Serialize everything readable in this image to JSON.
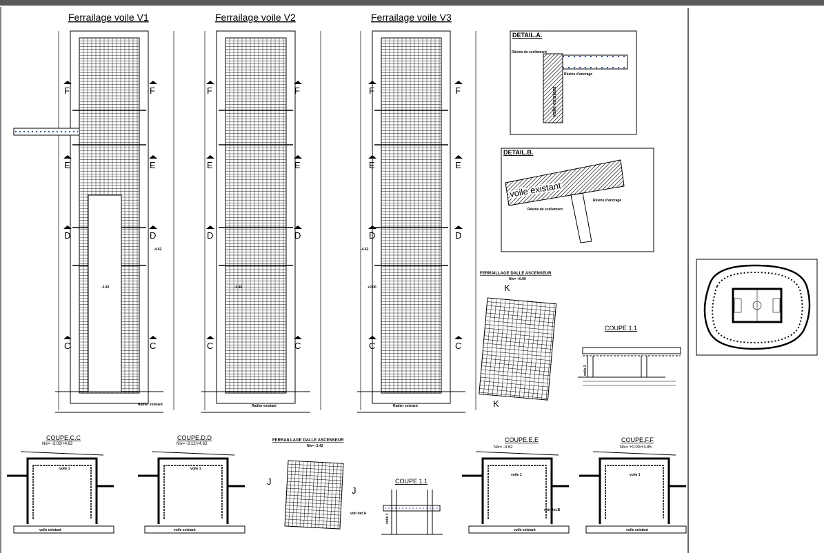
{
  "walls": [
    {
      "title": "Ferrailage voile V1",
      "base_label": "Radier existant"
    },
    {
      "title": "Ferrailage voile V2",
      "base_label": "Radier existant"
    },
    {
      "title": "Ferrailage voile V3",
      "base_label": "Radier existant"
    }
  ],
  "section_markers": [
    "F",
    "E",
    "D",
    "C"
  ],
  "levels": {
    "l1": "-3.42",
    "l2": "-3.42",
    "l3": "+0.00",
    "l4": "-4.62",
    "l5": "-4.62"
  },
  "detail_a": {
    "title": "DETAIL.A.",
    "wall_label": "voile existant",
    "resin_label": "Résine de scellement",
    "note": "Résine d'ancrage"
  },
  "detail_b": {
    "title": "DETAIL.B.",
    "wall_label": "voile existant",
    "resin_label": "Résine de scellement",
    "note": "Résine d'ancrage"
  },
  "dalle_top": {
    "title": "FERRAILLAGE DALLE ASCENSEUR",
    "level": "Niv= +0.00",
    "marker": "K"
  },
  "coupe_11_top": {
    "title": "COUPE 1.1",
    "wall_label": "voile 1"
  },
  "bottom": {
    "coupe_cc": {
      "title": "COUPE.C.C",
      "level": "Niv= -3.02/+4.62",
      "wall": "voile 1",
      "existing": "voile existant"
    },
    "coupe_dd": {
      "title": "COUPE.D.D",
      "level": "Niv= -3.12/+4.62",
      "wall": "voile 1",
      "existing": "voile existant"
    },
    "dalle": {
      "title": "FERRAILLAGE DALLE ASCENSEUR",
      "level": "Niv= -3.42",
      "marker": "J",
      "detail": "voir det.A"
    },
    "coupe_11": {
      "title": "COUPE 1.1",
      "wall": "voile 1"
    },
    "coupe_ee": {
      "title": "COUPE.E.E",
      "level": "Niv= -4.62",
      "wall": "voile 1",
      "existing": "voile existant",
      "detail": "voir det.B"
    },
    "coupe_ff": {
      "title": "COUPE.F.F",
      "level": "Niv= +0.00/+3.85",
      "wall": "voile 1",
      "existing": "voile existant"
    }
  },
  "colors": {
    "line": "#000000",
    "rebar_blue": "#3050a0",
    "resin": "#a02060",
    "frame_gray": "#5a5a5a"
  }
}
